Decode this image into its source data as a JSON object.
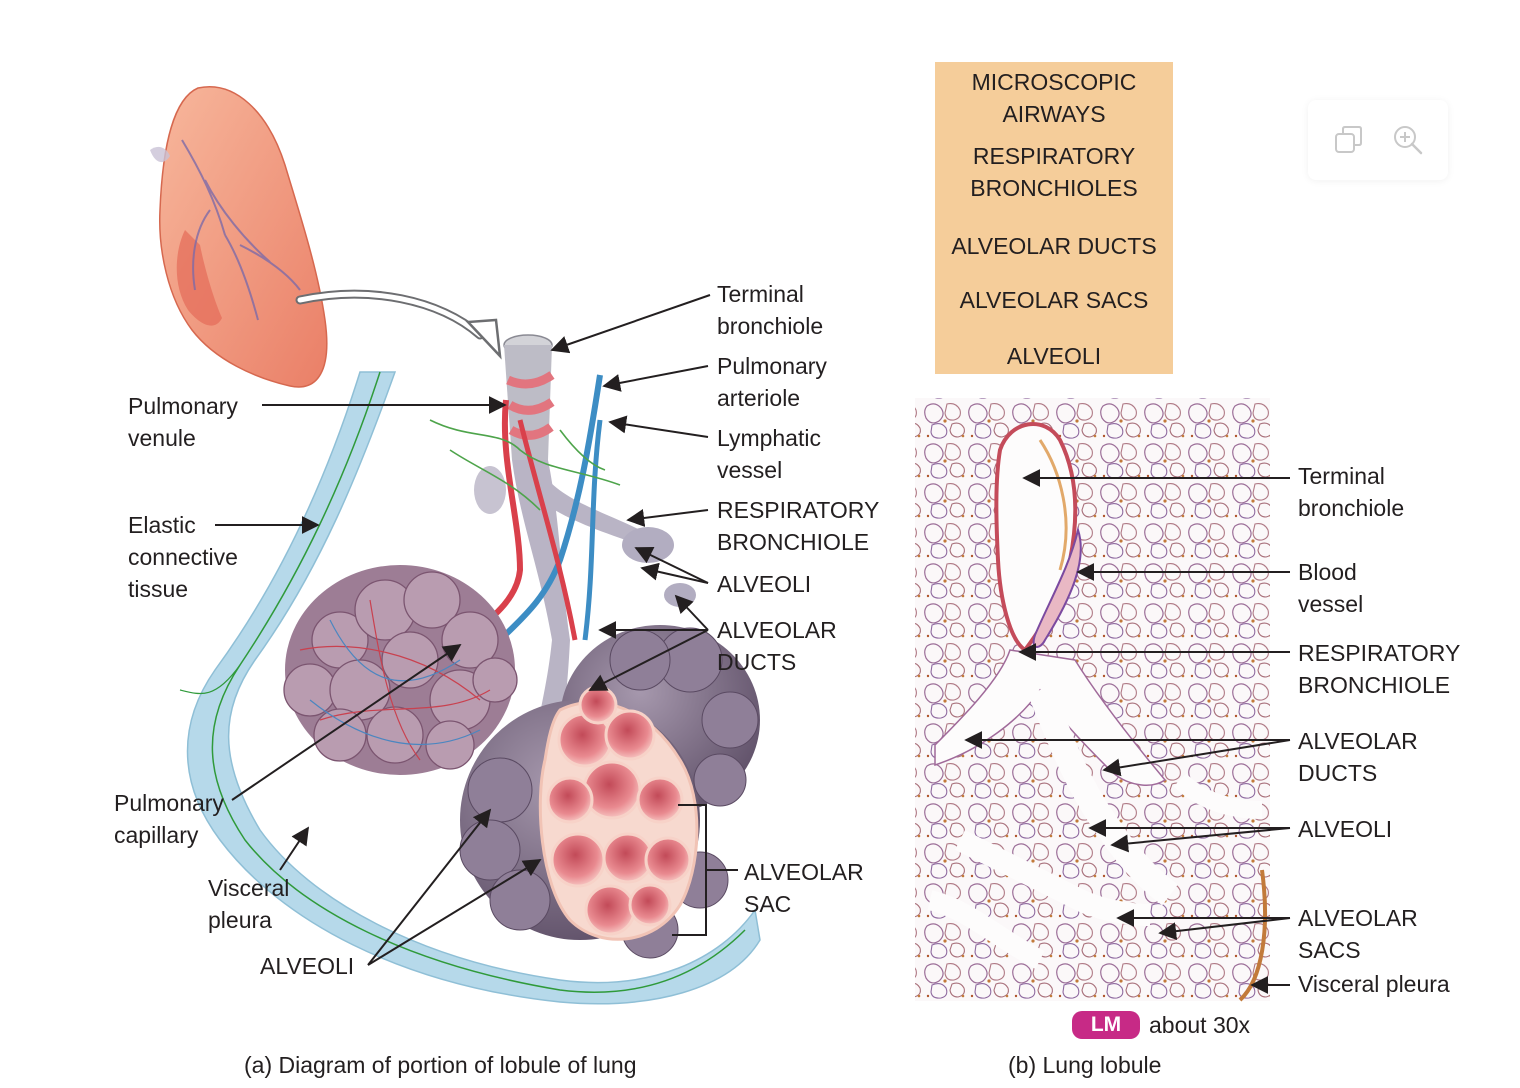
{
  "diagram_a": {
    "labels": {
      "terminal_bronchiole": "Terminal\nbronchiole",
      "pulmonary_arteriole": "Pulmonary\narteriole",
      "lymphatic_vessel": "Lymphatic\nvessel",
      "respiratory_bronchiole": "RESPIRATORY\nBRONCHIOLE",
      "alveoli_right": "ALVEOLI",
      "alveolar_ducts": "ALVEOLAR\nDUCTS",
      "alveolar_sac": "ALVEOLAR\nSAC",
      "pulmonary_venule": "Pulmonary\nvenule",
      "elastic_connective_tissue": "Elastic\nconnective\ntissue",
      "pulmonary_capillary": "Pulmonary\ncapillary",
      "visceral_pleura": "Visceral\npleura",
      "alveoli_bottom": "ALVEOLI"
    },
    "caption": "(a) Diagram of portion of lobule of lung"
  },
  "flowchart": {
    "title": "MICROSCOPIC\nAIRWAYS",
    "steps": [
      "RESPIRATORY\nBRONCHIOLES",
      "ALVEOLAR DUCTS",
      "ALVEOLAR SACS",
      "ALVEOLI"
    ],
    "fill_color": "#f5cd9a"
  },
  "micrograph_b": {
    "labels": {
      "terminal_bronchiole": "Terminal\nbronchiole",
      "blood_vessel": "Blood\nvessel",
      "respiratory_bronchiole": "RESPIRATORY\nBRONCHIOLE",
      "alveolar_ducts": "ALVEOLAR\nDUCTS",
      "alveoli": "ALVEOLI",
      "alveolar_sacs": "ALVEOLAR\nSACS",
      "visceral_pleura": "Visceral pleura"
    },
    "badge": "LM",
    "magnification": "about 30x",
    "caption": "(b) Lung lobule",
    "badge_color": "#c72a86"
  },
  "toolbar": {
    "icons": [
      "duplicate-icon",
      "zoom-in-icon"
    ]
  }
}
